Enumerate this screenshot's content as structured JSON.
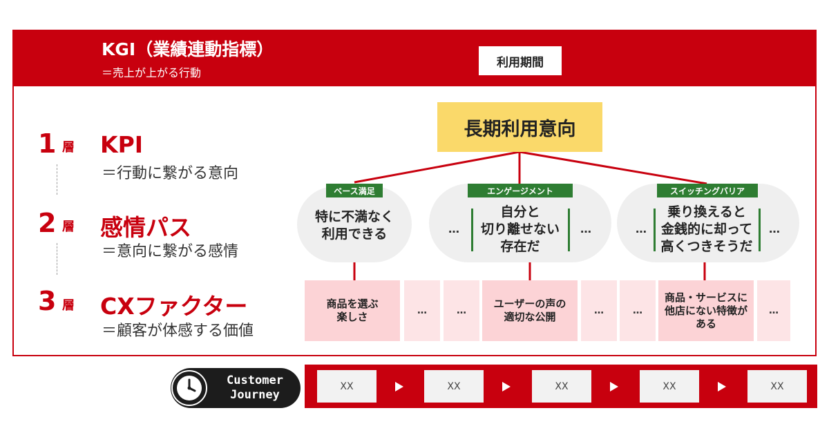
{
  "kgi": {
    "title": "KGI（業績連動指標）",
    "subtitle": "＝売上が上がる行動",
    "box": "利用期間"
  },
  "layers": [
    {
      "num": "1",
      "suffix": "層",
      "title": "KPI",
      "subtitle": "＝行動に繋がる意向"
    },
    {
      "num": "2",
      "suffix": "層",
      "title": "感情パス",
      "subtitle": "＝意向に繋がる感情"
    },
    {
      "num": "3",
      "suffix": "層",
      "title": "CXファクター",
      "subtitle": "＝顧客が体感する価値"
    }
  ],
  "kpi_box": "長期利用意向",
  "emotions": [
    {
      "tag": "ベース満足",
      "lines": [
        "特に不満なく",
        "利用できる"
      ]
    },
    {
      "tag": "エンゲージメント",
      "lines": [
        "自分と",
        "切り離せない",
        "存在だ"
      ]
    },
    {
      "tag": "スイッチングバリア",
      "lines": [
        "乗り換えると",
        "金銭的に却って",
        "高くつきそうだ"
      ]
    }
  ],
  "ellipsis": "…",
  "factors": [
    [
      "商品を選ぶ",
      "楽しさ"
    ],
    [
      "ユーザーの声の",
      "適切な公開"
    ],
    [
      "商品・サービスに",
      "他店にない特徴が",
      "ある"
    ]
  ],
  "journey": {
    "label_line1": "Customer",
    "label_line2": "Journey",
    "steps": [
      "XX",
      "XX",
      "XX",
      "XX",
      "XX"
    ]
  },
  "colors": {
    "red": "#c8000e",
    "yellow": "#fad96a",
    "green": "#2e7d32",
    "pink": "#fcd3d6",
    "gray": "#efefef"
  }
}
